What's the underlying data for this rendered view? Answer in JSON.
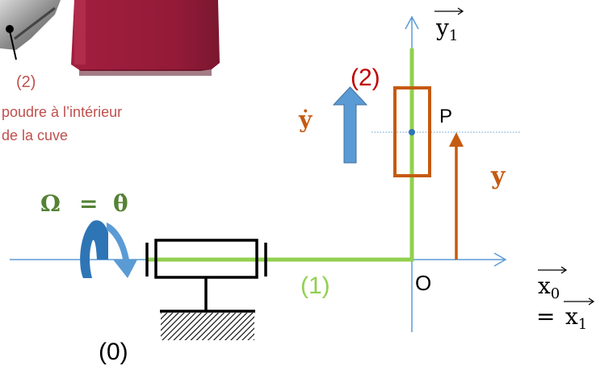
{
  "photo": {
    "label_part_2": "(2)",
    "caption_line_1": "poudre à l’intérieur",
    "caption_line_2": "de la cuve"
  },
  "labels": {
    "axis_y1": "y",
    "axis_y1_sub": "1",
    "axis_x0": "x",
    "axis_x0_sub": "0",
    "axis_x1_prefix": "=",
    "axis_x1": "x",
    "axis_x1_sub": "1",
    "origin": "O",
    "point": "P",
    "part_0": "(0)",
    "part_1": "(1)",
    "part_2": "(2)",
    "y_dot": "ẏ",
    "y": "y",
    "omega": "Ω",
    "equals": "=",
    "theta_dot": "θ̇"
  },
  "colors": {
    "axis_blue": "#5b9bd5",
    "green": "#92d050",
    "orange": "#c55a11",
    "dark_green": "#548235",
    "part_2_red": "#c00000",
    "caption_red": "#c0504d",
    "dark_red_photo": "#9b1b3a",
    "black": "#000000"
  }
}
